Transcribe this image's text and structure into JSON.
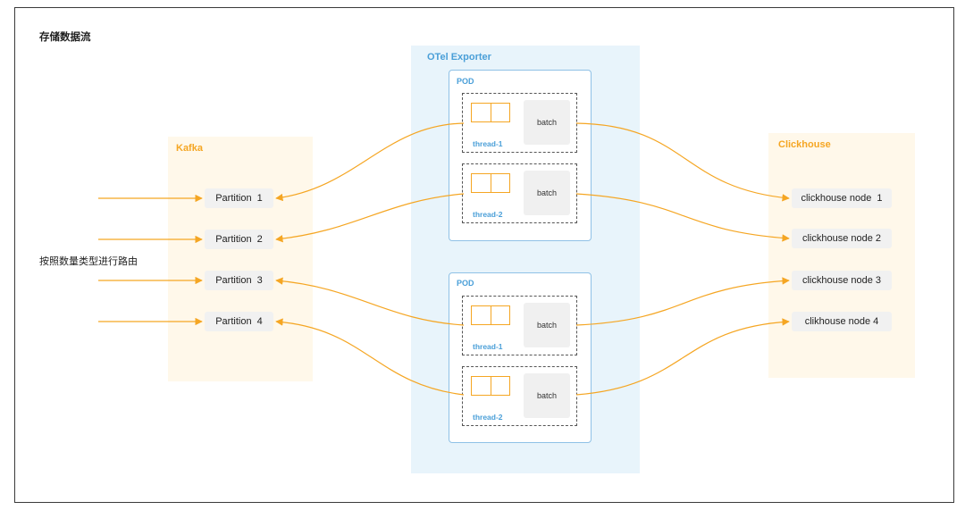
{
  "title": "存储数据流",
  "routing_label": "按照数量类型进行路由",
  "colors": {
    "accent_orange": "#f5a623",
    "accent_blue": "#4a9fd8",
    "panel_orange_bg": "#fff8ea",
    "panel_blue_bg": "#e8f4fb"
  },
  "kafka": {
    "title": "Kafka",
    "partitions": [
      "Partition  1",
      "Partition  2",
      "Partition  3",
      "Partition  4"
    ]
  },
  "otel": {
    "title": "OTel Exporter",
    "pods": [
      {
        "label": "POD",
        "threads": [
          {
            "label": "thread-1",
            "batch": "batch"
          },
          {
            "label": "thread-2",
            "batch": "batch"
          }
        ]
      },
      {
        "label": "POD",
        "threads": [
          {
            "label": "thread-1",
            "batch": "batch"
          },
          {
            "label": "thread-2",
            "batch": "batch"
          }
        ]
      }
    ]
  },
  "clickhouse": {
    "title": "Clickhouse",
    "nodes": [
      "clickhouse node  1",
      "clickhouse node 2",
      "clickhouse node 3",
      "clikhouse node 4"
    ]
  }
}
